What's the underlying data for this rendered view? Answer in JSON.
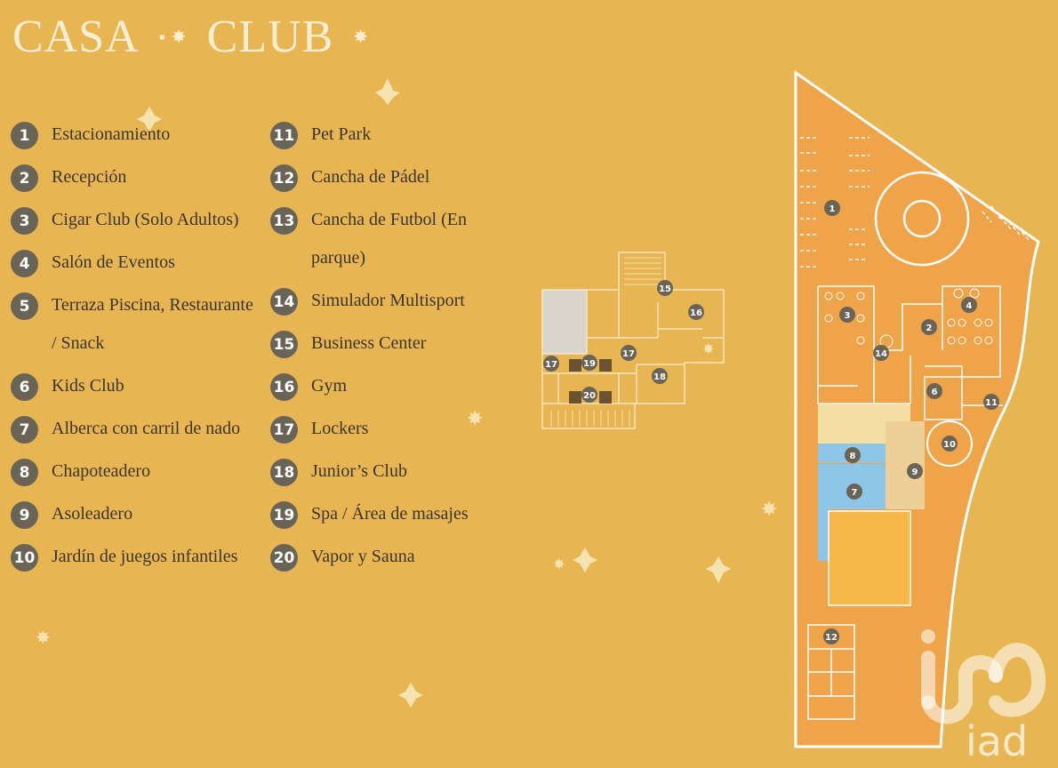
{
  "title": {
    "left": "CASA",
    "right": "CLUB"
  },
  "legend_col1": [
    {
      "n": "1",
      "label": "Estacionamiento"
    },
    {
      "n": "2",
      "label": "Recepción"
    },
    {
      "n": "3",
      "label": "Cigar Club (Solo Adultos)"
    },
    {
      "n": "4",
      "label": "Salón de Eventos"
    },
    {
      "n": "5",
      "label": "Terraza Piscina, Restaurante / Snack"
    },
    {
      "n": "6",
      "label": "Kids Club"
    },
    {
      "n": "7",
      "label": "Alberca con carril de nado"
    },
    {
      "n": "8",
      "label": "Chapoteadero"
    },
    {
      "n": "9",
      "label": "Asoleadero"
    },
    {
      "n": "10",
      "label": "Jardín de juegos infantiles"
    }
  ],
  "legend_col2": [
    {
      "n": "11",
      "label": "Pet Park"
    },
    {
      "n": "12",
      "label": "Cancha de Pádel"
    },
    {
      "n": "13",
      "label": "Cancha de Futbol (En parque)"
    },
    {
      "n": "14",
      "label": "Simulador Multisport"
    },
    {
      "n": "15",
      "label": "Business Center"
    },
    {
      "n": "16",
      "label": "Gym"
    },
    {
      "n": "17",
      "label": "Lockers"
    },
    {
      "n": "18",
      "label": "Junior’s Club"
    },
    {
      "n": "19",
      "label": "Spa / Área de masajes"
    },
    {
      "n": "20",
      "label": "Vapor y Sauna"
    }
  ],
  "map_pins": {
    "p1": "1",
    "p2": "2",
    "p3": "3",
    "p4": "4",
    "p6": "6",
    "p7": "7",
    "p8": "8",
    "p9": "9",
    "p10": "10",
    "p11": "11",
    "p12": "12",
    "p14": "14",
    "p15": "15",
    "p16": "16",
    "p17a": "17",
    "p17b": "17",
    "p18": "18",
    "p19": "19",
    "p20": "20"
  },
  "watermark": {
    "brand": "iad"
  },
  "colors": {
    "background": "#e8b553",
    "site": "#f0a44a",
    "pool": "#8ec6ea",
    "court": "#f7b84a",
    "terrace": "#f6dfa3",
    "pin": "#6a6457"
  }
}
